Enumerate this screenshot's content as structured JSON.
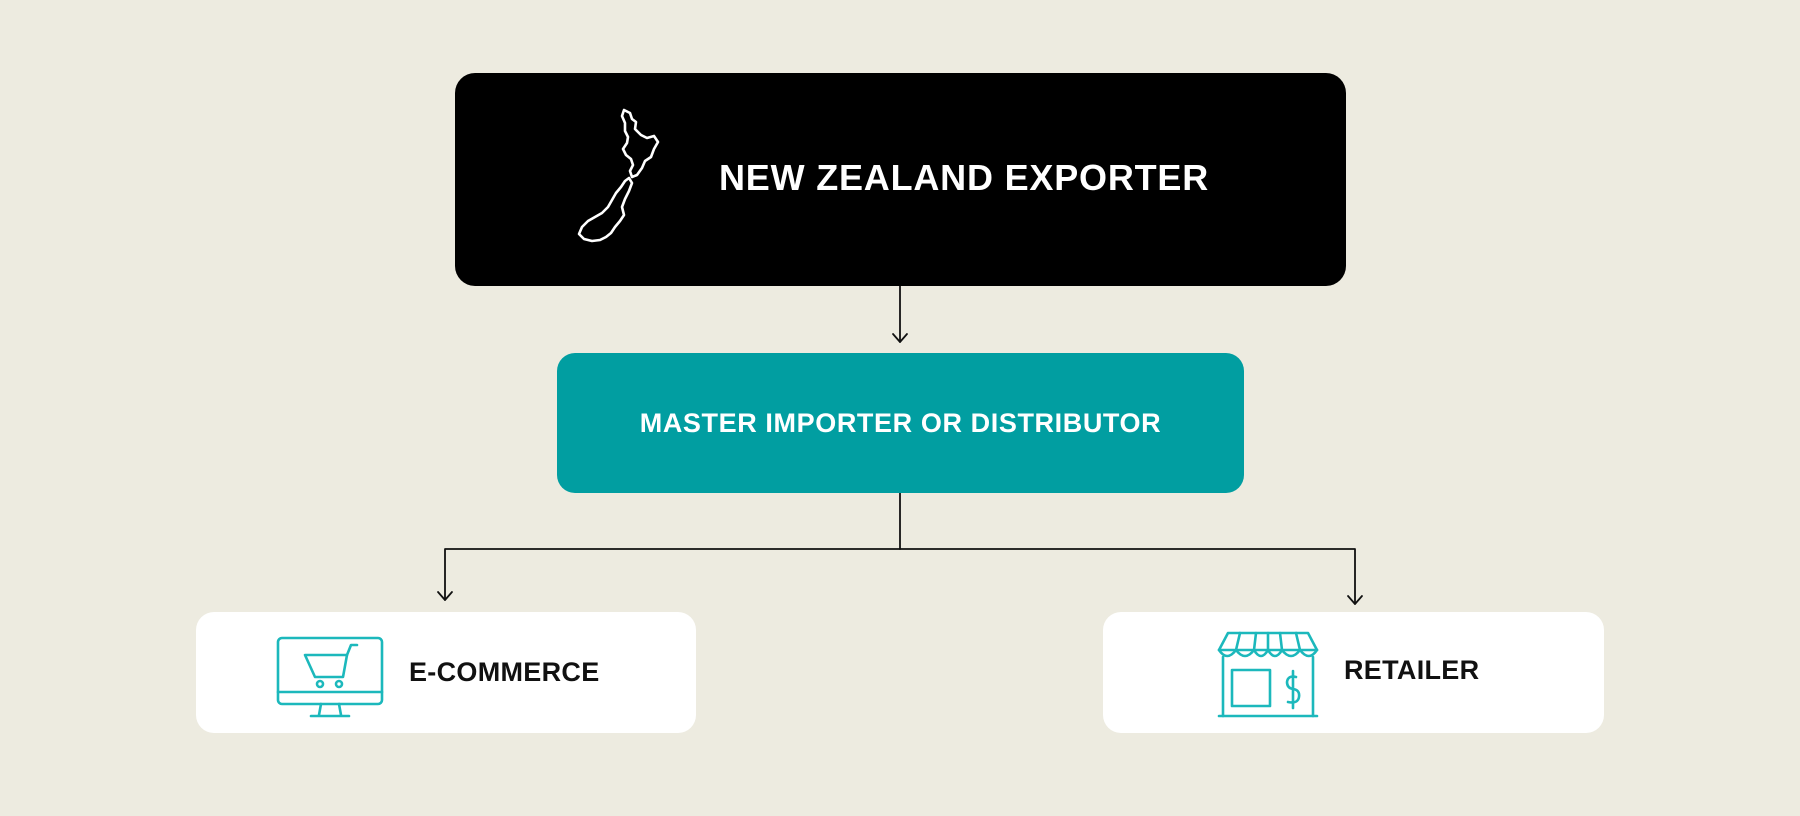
{
  "diagram": {
    "exporter": {
      "label": "NEW ZEALAND EXPORTER",
      "icon": "new-zealand-map-icon",
      "color": "#000000"
    },
    "distributor": {
      "label": "MASTER IMPORTER OR DISTRIBUTOR",
      "color": "#019ea1"
    },
    "ecommerce": {
      "label": "E-COMMERCE",
      "icon": "computer-cart-icon"
    },
    "retailer": {
      "label": "RETAILER",
      "icon": "storefront-dollar-icon"
    },
    "colors": {
      "background": "#edebe0",
      "accent": "#1cb8bc",
      "connector": "#111111"
    },
    "edges": [
      {
        "from": "exporter",
        "to": "distributor"
      },
      {
        "from": "distributor",
        "to": "ecommerce"
      },
      {
        "from": "distributor",
        "to": "retailer"
      }
    ]
  }
}
